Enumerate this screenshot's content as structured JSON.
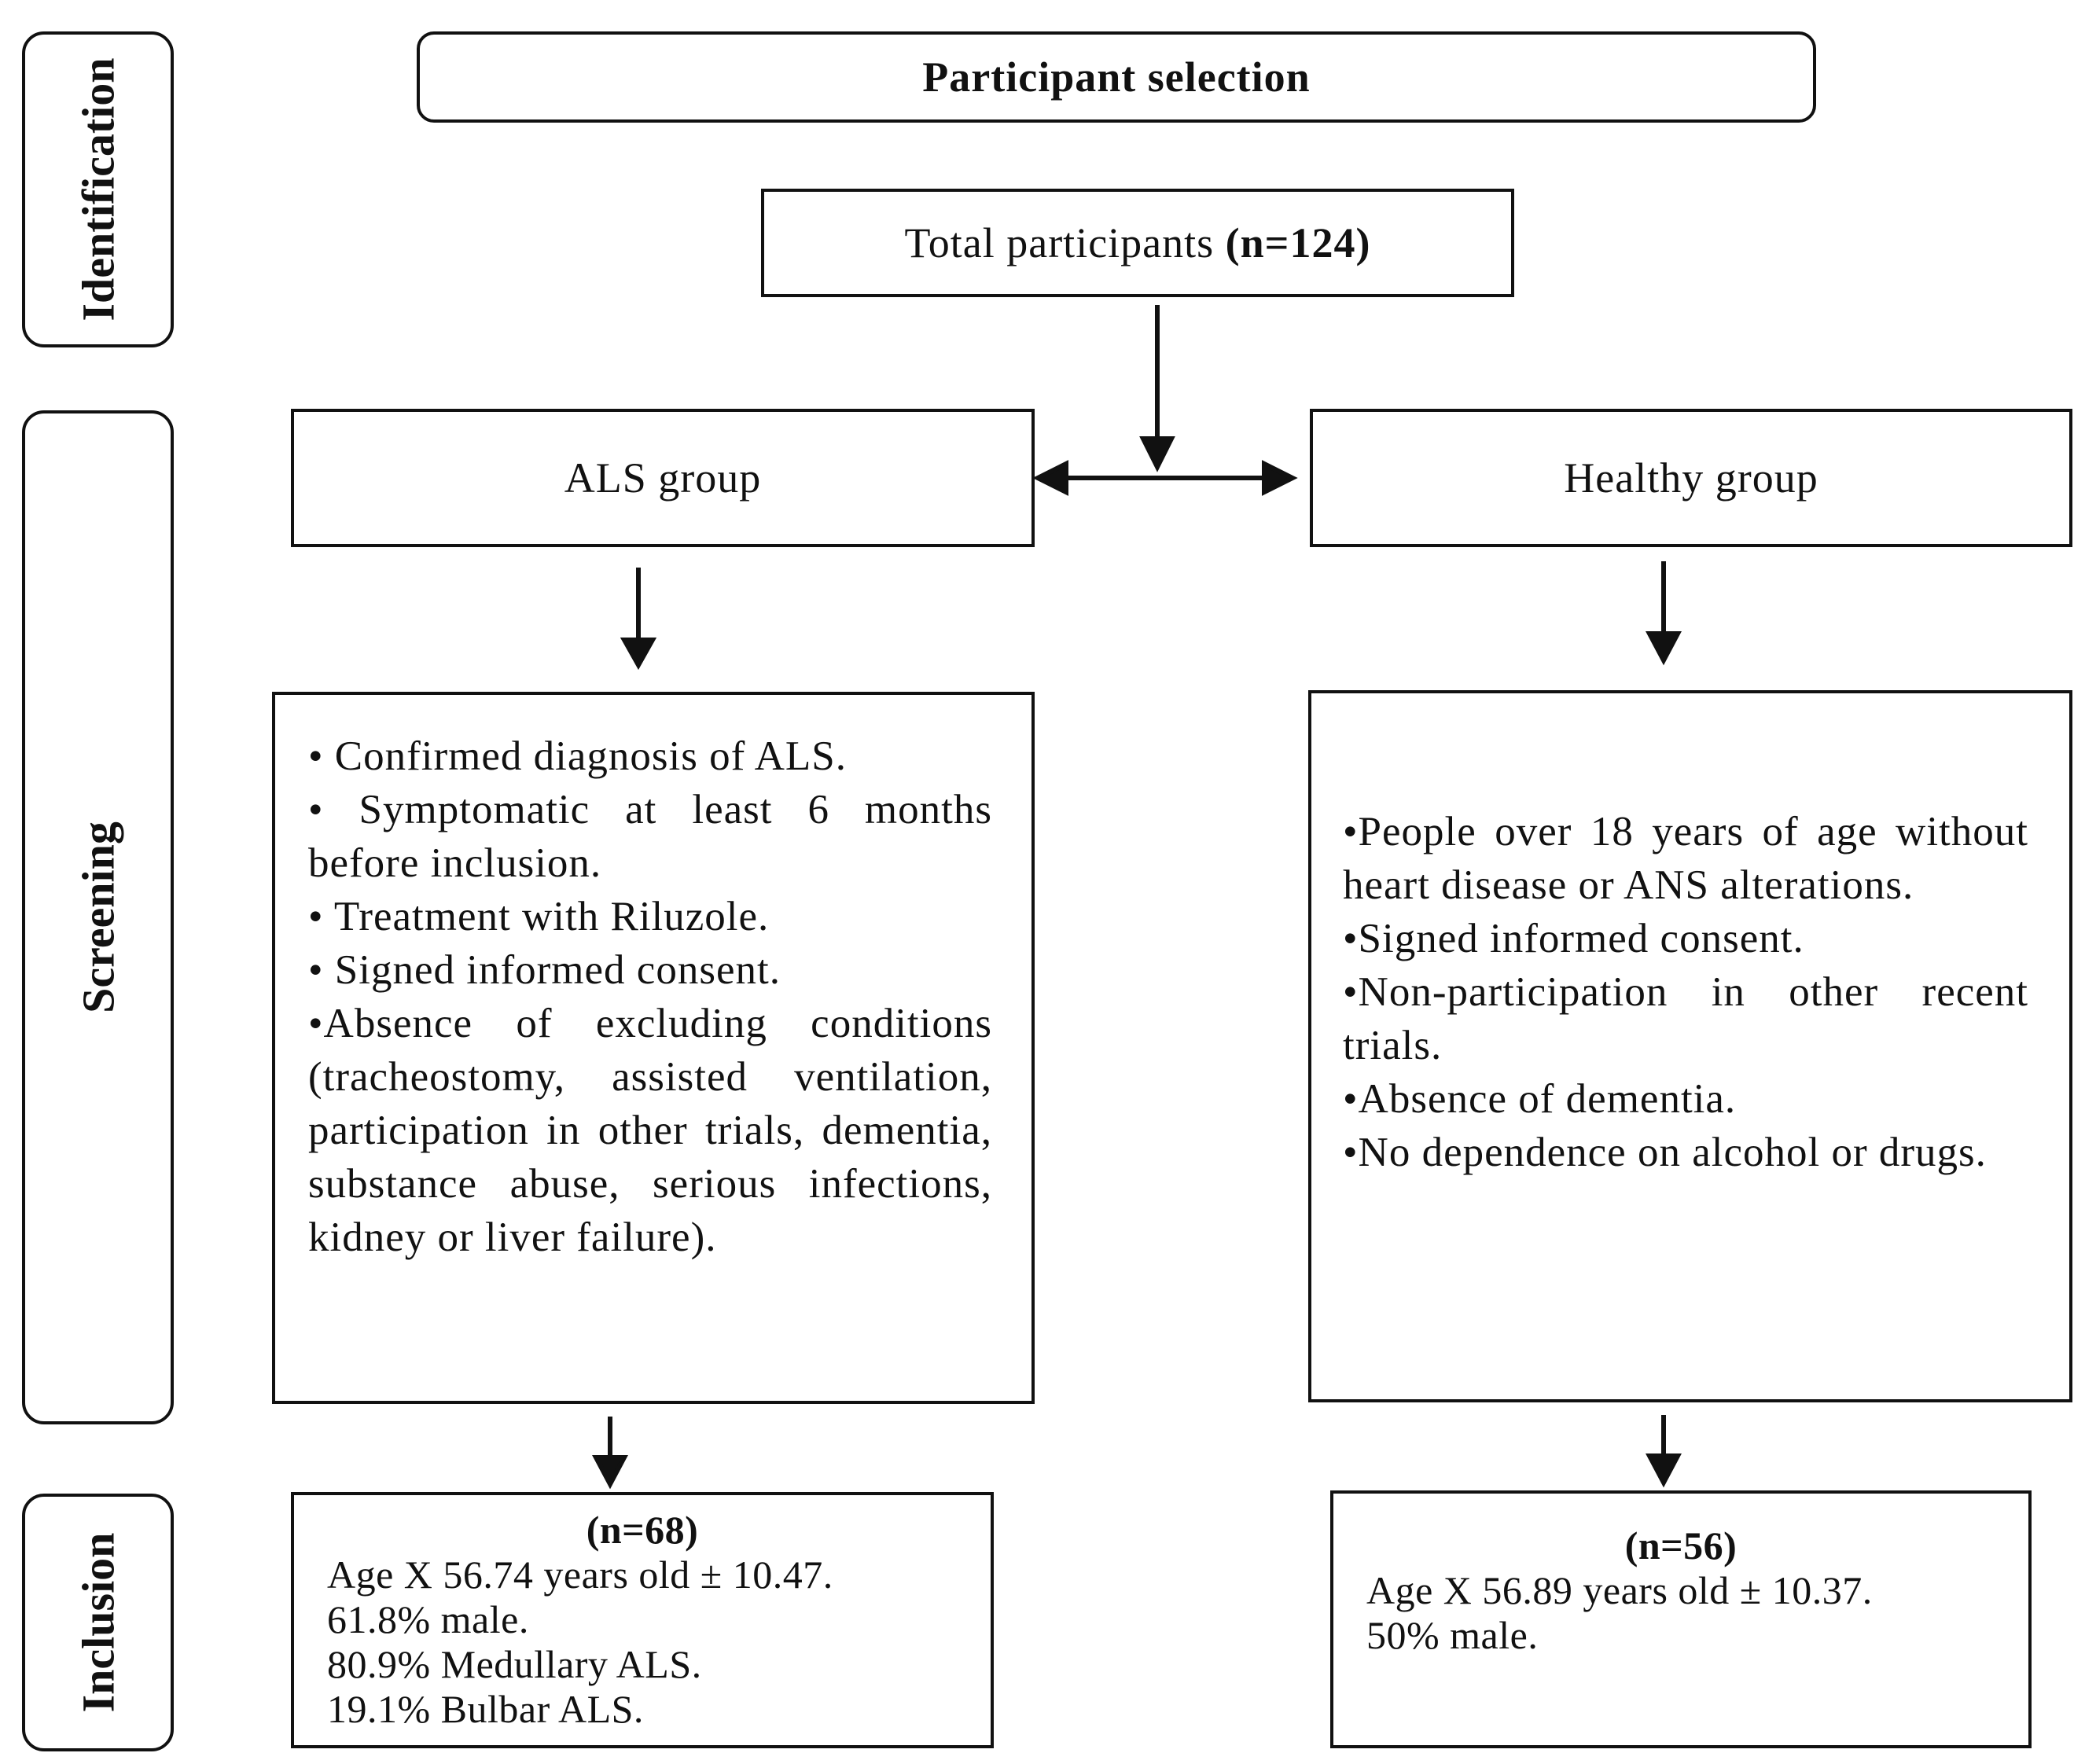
{
  "side_labels": {
    "identification": "Identification",
    "screening": "Screening",
    "inclusion": "Inclusion"
  },
  "header": "Participant selection",
  "total": {
    "label": "Total participants",
    "count": "(n=124)"
  },
  "groups": {
    "als": "ALS group",
    "healthy": "Healthy group"
  },
  "criteria": {
    "als": [
      "• Confirmed diagnosis of ALS.",
      "• Symptomatic at least 6 months before inclusion.",
      "• Treatment with Riluzole.",
      "• Signed informed consent.",
      "•Absence of excluding conditions (tracheostomy, assisted ventilation, participation in other trials, dementia, substance abuse, serious infections, kidney or liver failure)."
    ],
    "healthy": [
      "•People over 18 years of age without heart disease or ANS alterations.",
      "•Signed informed consent.",
      "•Non-participation in other recent trials.",
      "•Absence of dementia.",
      "•No dependence on alcohol or drugs."
    ]
  },
  "inclusion": {
    "als": {
      "n": "(n=68)",
      "lines": [
        "Age X 56.74 years old ± 10.47.",
        "61.8% male.",
        "80.9% Medullary ALS.",
        "19.1% Bulbar ALS."
      ]
    },
    "healthy": {
      "n": "(n=56)",
      "lines": [
        "Age X 56.89 years old ± 10.37.",
        "50% male."
      ]
    }
  }
}
